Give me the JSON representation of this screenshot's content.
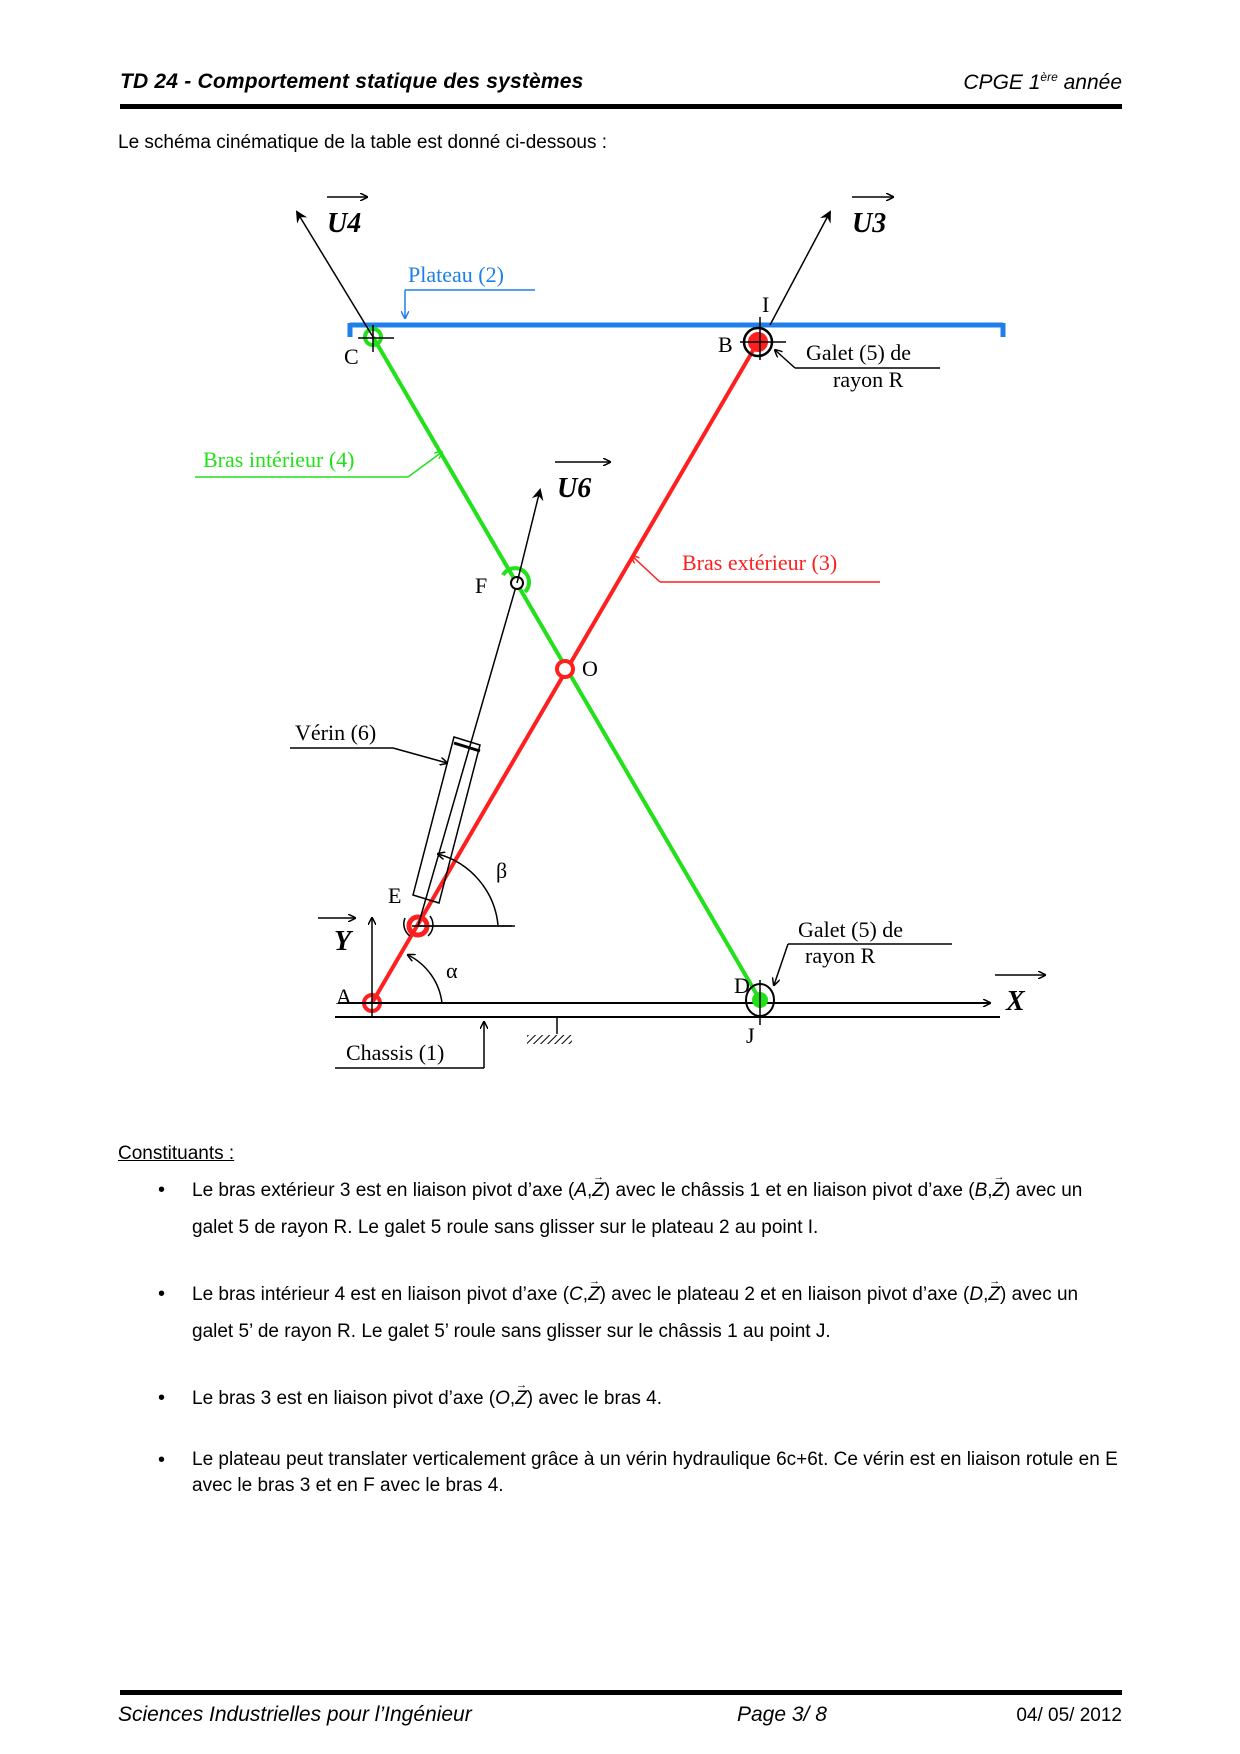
{
  "header": {
    "title": "TD 24 - Comportement statique des systèmes",
    "class_prefix": "CPGE 1",
    "class_sup": "ère",
    "class_suffix": " année"
  },
  "intro": "Le schéma cinématique de la table est donné ci-dessous :",
  "diagram": {
    "colors": {
      "plateau": "#1f7fe8",
      "bras_interieur": "#22e01a",
      "bras_exterieur": "#ff1f1f",
      "black": "#000000"
    },
    "labels": {
      "u4": "U4",
      "u3": "U3",
      "u6": "U6",
      "plateau": "Plateau (2)",
      "bras_interieur": "Bras intérieur (4)",
      "bras_exterieur": "Bras extérieur (3)",
      "galet_top_1": "Galet (5) de",
      "galet_top_2": "rayon R",
      "galet_bottom_1": "Galet (5) de",
      "galet_bottom_2": "rayon R",
      "verin": "Vérin (6)",
      "chassis": "Chassis (1)",
      "x_axis": "X",
      "y_axis": "Y",
      "alpha": "α",
      "beta": "β"
    },
    "points": {
      "A": "A",
      "B": "B",
      "C": "C",
      "D": "D",
      "E": "E",
      "F": "F",
      "I": "I",
      "J": "J",
      "O": "O"
    }
  },
  "constituants": {
    "title": "Constituants :",
    "items": [
      {
        "p1": "Le bras extérieur 3 est en liaison pivot d’axe (",
        "pt1": "A",
        "p2": ") avec le châssis 1 et en liaison pivot d’axe (",
        "pt2": "B",
        "p3": ") avec un galet 5 de rayon R. Le galet 5 roule sans glisser sur le plateau 2 au point I."
      },
      {
        "p1": "Le bras intérieur 4 est en liaison pivot d’axe (",
        "pt1": "C",
        "p2": ") avec le plateau 2 et en liaison pivot d’axe (",
        "pt2": "D",
        "p3": ") avec un galet 5’ de rayon R. Le galet 5’ roule sans glisser sur le châssis 1 au point J."
      },
      {
        "p1": "Le bras 3 est en liaison pivot d’axe (",
        "pt1": "O",
        "p2": ") avec le bras 4."
      },
      {
        "text": "Le plateau peut translater verticalement grâce à un vérin hydraulique 6c+6t. Ce vérin est en liaison rotule en E avec le bras 3 et en F avec le bras 4."
      }
    ],
    "axis_letter": "Z"
  },
  "footer": {
    "left": "Sciences Industrielles pour l’Ingénieur",
    "page": "Page 3/ 8",
    "date": "04/ 05/ 2012"
  }
}
